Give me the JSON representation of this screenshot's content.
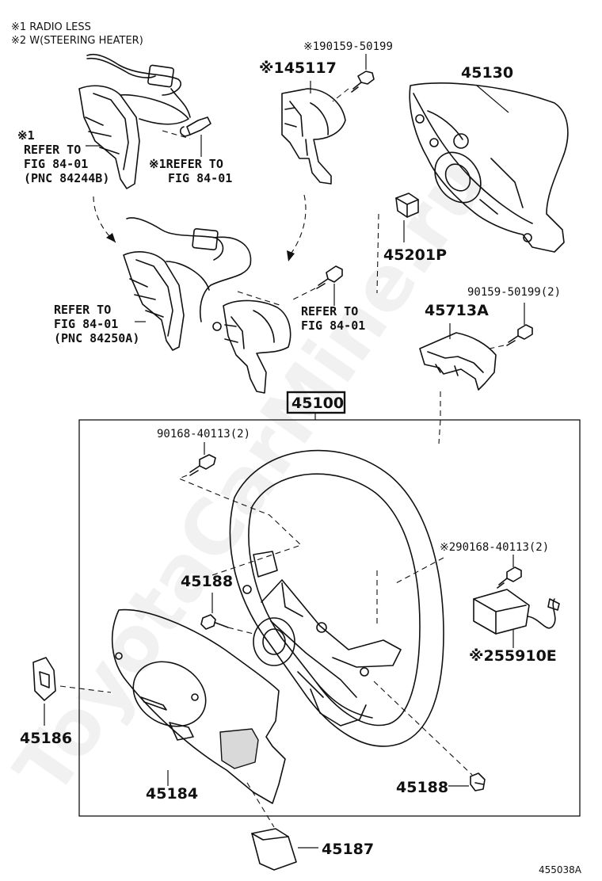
{
  "notes": {
    "note1": "※1 RADIO LESS",
    "note2": "※2 W(STEERING HEATER)"
  },
  "parts": {
    "p45117": "※145117",
    "p190159": "※190159-50199",
    "p45130": "45130",
    "p45201p": "45201P",
    "p90159_2": "90159-50199(2)",
    "p45713a": "45713A",
    "p45100": "45100",
    "p90168_a": "90168-40113(2)",
    "p90168_b": "※290168-40113(2)",
    "p45188_a": "45188",
    "p55910e": "※255910E",
    "p45186": "45186",
    "p45184": "45184",
    "p45188_b": "45188",
    "p45187": "45187"
  },
  "refs": {
    "r1_mark": "※1",
    "r1_l1": "REFER TO",
    "r1_l2": "FIG 84-01",
    "r1_l3": "(PNC 84244B)",
    "r2_l1": "※1REFER TO",
    "r2_l2": "FIG 84-01",
    "r3_l1": "REFER TO",
    "r3_l2": "FIG 84-01",
    "r3_l3": "(PNC 84250A)",
    "r4_l1": "REFER TO",
    "r4_l2": "FIG 84-01"
  },
  "code": "455038A",
  "watermark": "ToyotaCarMine.ru"
}
